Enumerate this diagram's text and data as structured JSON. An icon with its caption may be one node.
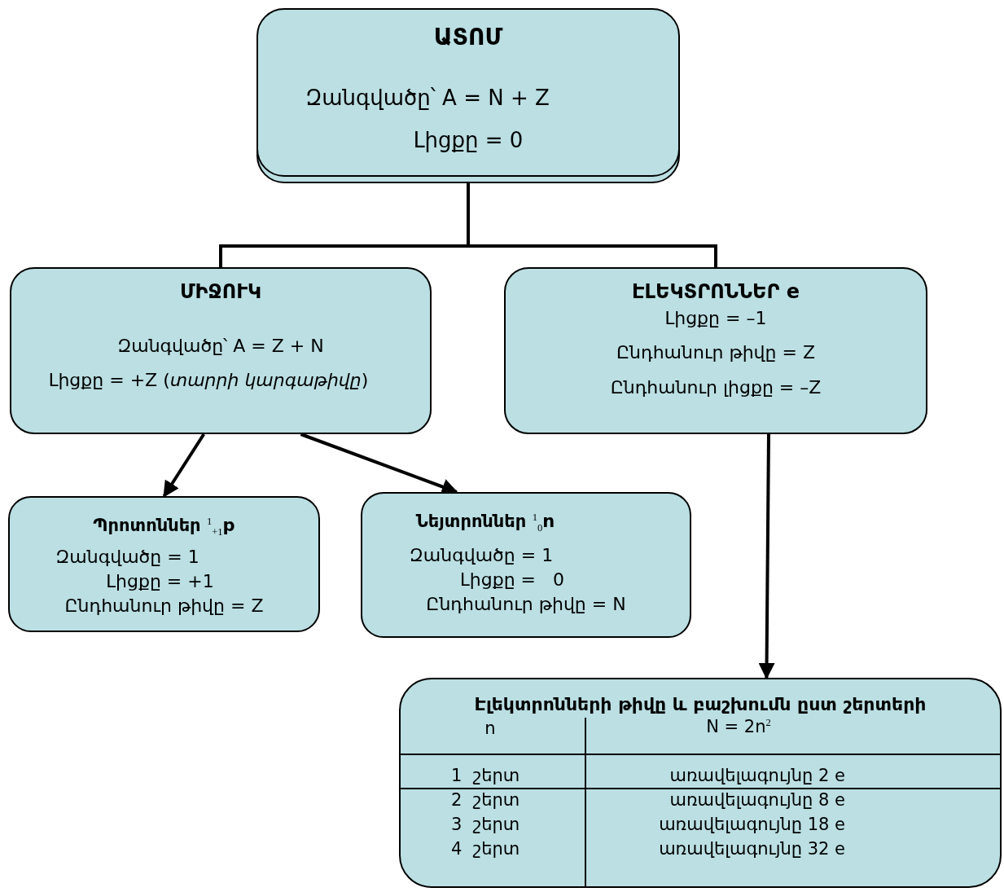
{
  "diagram": {
    "nodes": [
      {
        "text": [
          "ԱՏՈՄ",
          "Զանգվածը՝ A = N + Z",
          "Լիցքը = 0"
        ]
      },
      {
        "text": [
          "ՄԻՋՈՒԿ",
          "Զանգվածը՝ A = Z + N",
          "Լիցքը = +Z (*տարրի կարգաթիվը*)"
        ]
      },
      {
        "text": [
          "ԷԼԵԿՏՐՈՆՆԵՐ e",
          "Լիցքը = –1",
          "Ընդհանուր թիվը = Z",
          "Ընդհանուր լիցքը = –Z"
        ]
      },
      {
        "text": [
          "Պրոտոններ $^{1}$$_{+1}$p",
          "Զանգվածը = 1",
          "Լիցքը = +1",
          "Ընդհանուր թիվը = Z"
        ]
      },
      {
        "text": [
          "Նեյտրոններ $^{1}$$_{0}$n",
          "Զանգվածը = 1",
          "Լիցքը =   0",
          "Ընդհանուր թիվը = N"
        ]
      },
      {
        "text": [
          "Էլեկտրոնների թիվը և բաշխումն ըստ շերտերի",
          "n",
          "N = 2n$^{2}$",
          "1  շերտ",
          "առավելագույնը 2 e",
          "2  շերտ",
          "առավելագույնը 8 e",
          "3  շերտ",
          "առավելագույնը 18 e",
          "4  շերտ",
          "առավելագույնը 32 e"
        ]
      }
    ],
    "edges": [
      {
        "from": 0,
        "to": 1,
        "arrow": "none"
      },
      {
        "from": 0,
        "to": 2,
        "arrow": "none"
      },
      {
        "from": 1,
        "to": 3,
        "arrow": "to"
      },
      {
        "from": 1,
        "to": 4,
        "arrow": "to"
      },
      {
        "from": 2,
        "to": 5,
        "arrow": "to"
      }
    ]
  }
}
